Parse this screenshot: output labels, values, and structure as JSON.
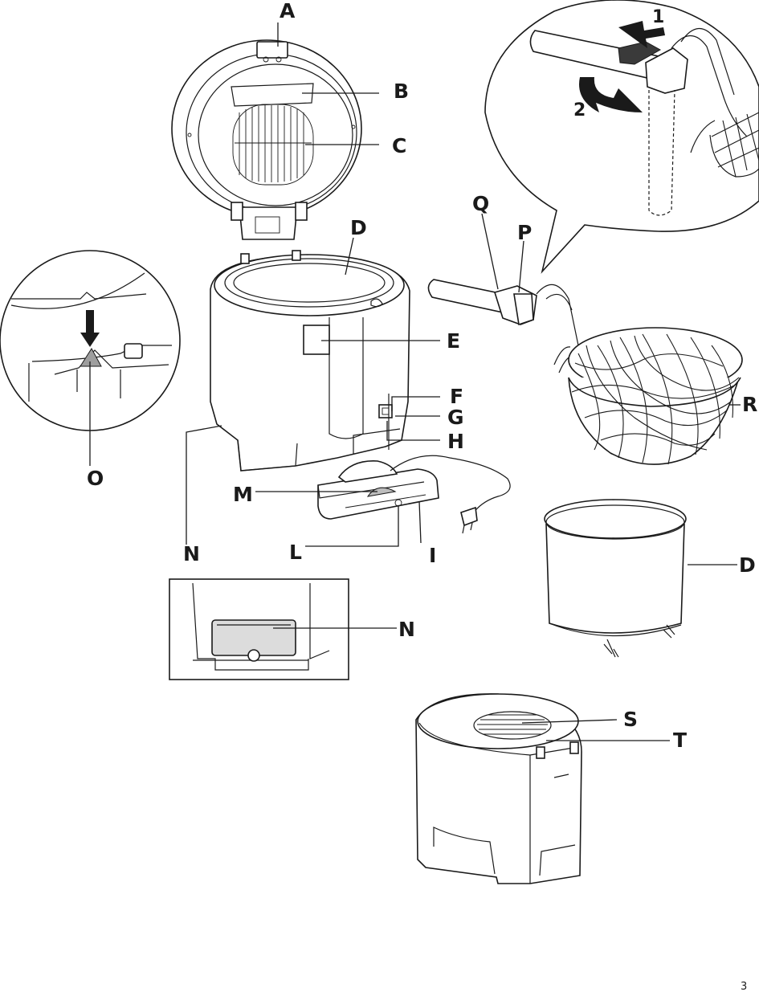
{
  "labels": {
    "A": "A",
    "B": "B",
    "C": "C",
    "D_top": "D",
    "E": "E",
    "F": "F",
    "G": "G",
    "H": "H",
    "I": "I",
    "L": "L",
    "M": "M",
    "N_main": "N",
    "N_inset": "N",
    "O": "O",
    "P": "P",
    "Q": "Q",
    "R": "R",
    "D_bowl": "D",
    "S": "S",
    "T": "T"
  },
  "steps": {
    "step1": "1",
    "step2": "2"
  },
  "page_number": "3"
}
